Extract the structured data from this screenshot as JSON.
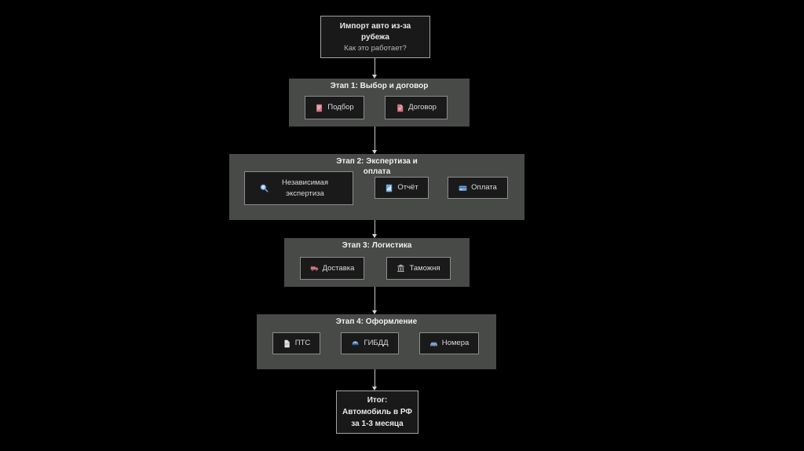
{
  "colors": {
    "background": "#000000",
    "panel": "#484a48",
    "node_bg": "#191919",
    "button_bg": "#1a1a1a",
    "button_border": "#8c8c8c",
    "connector": "#c6c6c6",
    "pink": "#cf7484",
    "blue": "#6fa8dc",
    "gray_icon": "#b5b5b5",
    "white_icon": "#e3e3e3",
    "car_blue": "#7f9ecb",
    "police_band": "#2f5c8f"
  },
  "start_node": {
    "title": "Импорт авто из-за рубежа",
    "subtitle": "Как это работает?"
  },
  "stages": [
    {
      "title": "Этап 1: Выбор и договор",
      "buttons": [
        {
          "label": "Подбор",
          "icon": "clipboard-icon"
        },
        {
          "label": "Договор",
          "icon": "contract-icon"
        }
      ]
    },
    {
      "title": "Этап 2: Экспертиза и оплата",
      "buttons": [
        {
          "label": "Независимая экспертиза",
          "icon": "magnifier-icon"
        },
        {
          "label": "Отчёт",
          "icon": "report-icon"
        },
        {
          "label": "Оплата",
          "icon": "card-icon"
        }
      ]
    },
    {
      "title": "Этап 3: Логистика",
      "buttons": [
        {
          "label": "Доставка",
          "icon": "truck-icon"
        },
        {
          "label": "Таможня",
          "icon": "customs-building-icon"
        }
      ]
    },
    {
      "title": "Этап 4: Оформление",
      "buttons": [
        {
          "label": "ПТС",
          "icon": "document-icon"
        },
        {
          "label": "ГИБДД",
          "icon": "police-cap-icon"
        },
        {
          "label": "Номера",
          "icon": "car-icon"
        }
      ]
    }
  ],
  "result_node": {
    "line1": "Итог:",
    "line2": "Автомобиль в РФ",
    "line3": "за 1-3 месяца"
  }
}
